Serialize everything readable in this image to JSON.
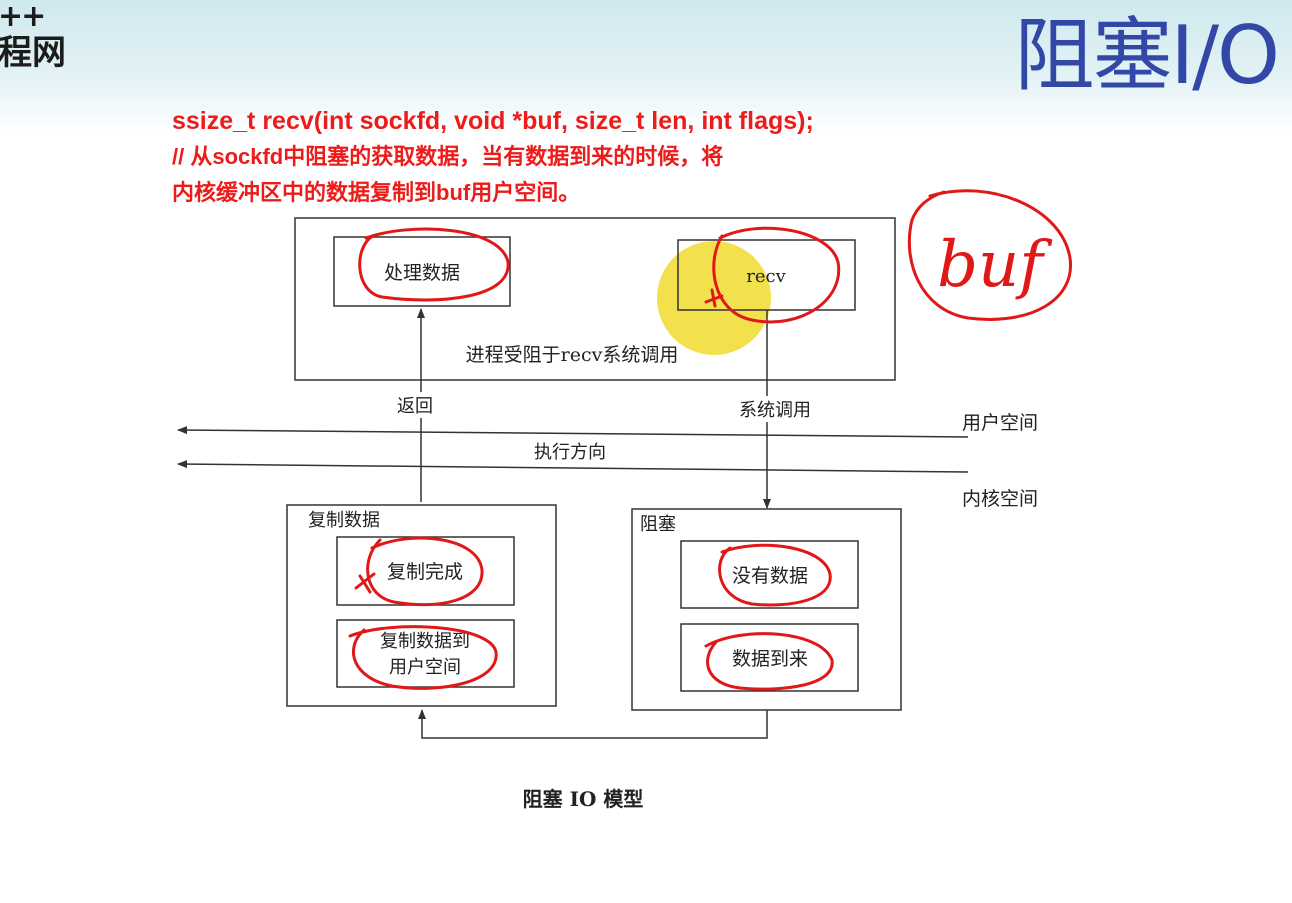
{
  "logo": {
    "line1": "++",
    "line2": "程网"
  },
  "slide_title": "阻塞I/O",
  "notes": {
    "line1": "ssize_t recv(int sockfd, void *buf, size_t len, int flags);",
    "line2": "// 从sockfd中阻塞的获取数据，当有数据到来的时候，将",
    "line3": "内核缓冲区中的数据复制到buf用户空间。"
  },
  "diagram": {
    "process_data": "处理数据",
    "recv": "recv",
    "process_blocked": "进程受阻于recv系统调用",
    "return_label": "返回",
    "syscall_label": "系统调用",
    "user_space": "用户空间",
    "exec_direction": "执行方向",
    "kernel_space": "内核空间",
    "copy_data_title": "复制数据",
    "copy_done": "复制完成",
    "copy_to_user_line1": "复制数据到",
    "copy_to_user_line2": "用户空间",
    "block_title": "阻塞",
    "no_data": "没有数据",
    "data_arrives": "数据到来",
    "caption": "阻塞 IO 模型"
  },
  "handwriting": {
    "buf": "buf"
  },
  "colors": {
    "title": "#3348a6",
    "annotation": "#ee1b1b",
    "highlight": "#f1de3a"
  }
}
